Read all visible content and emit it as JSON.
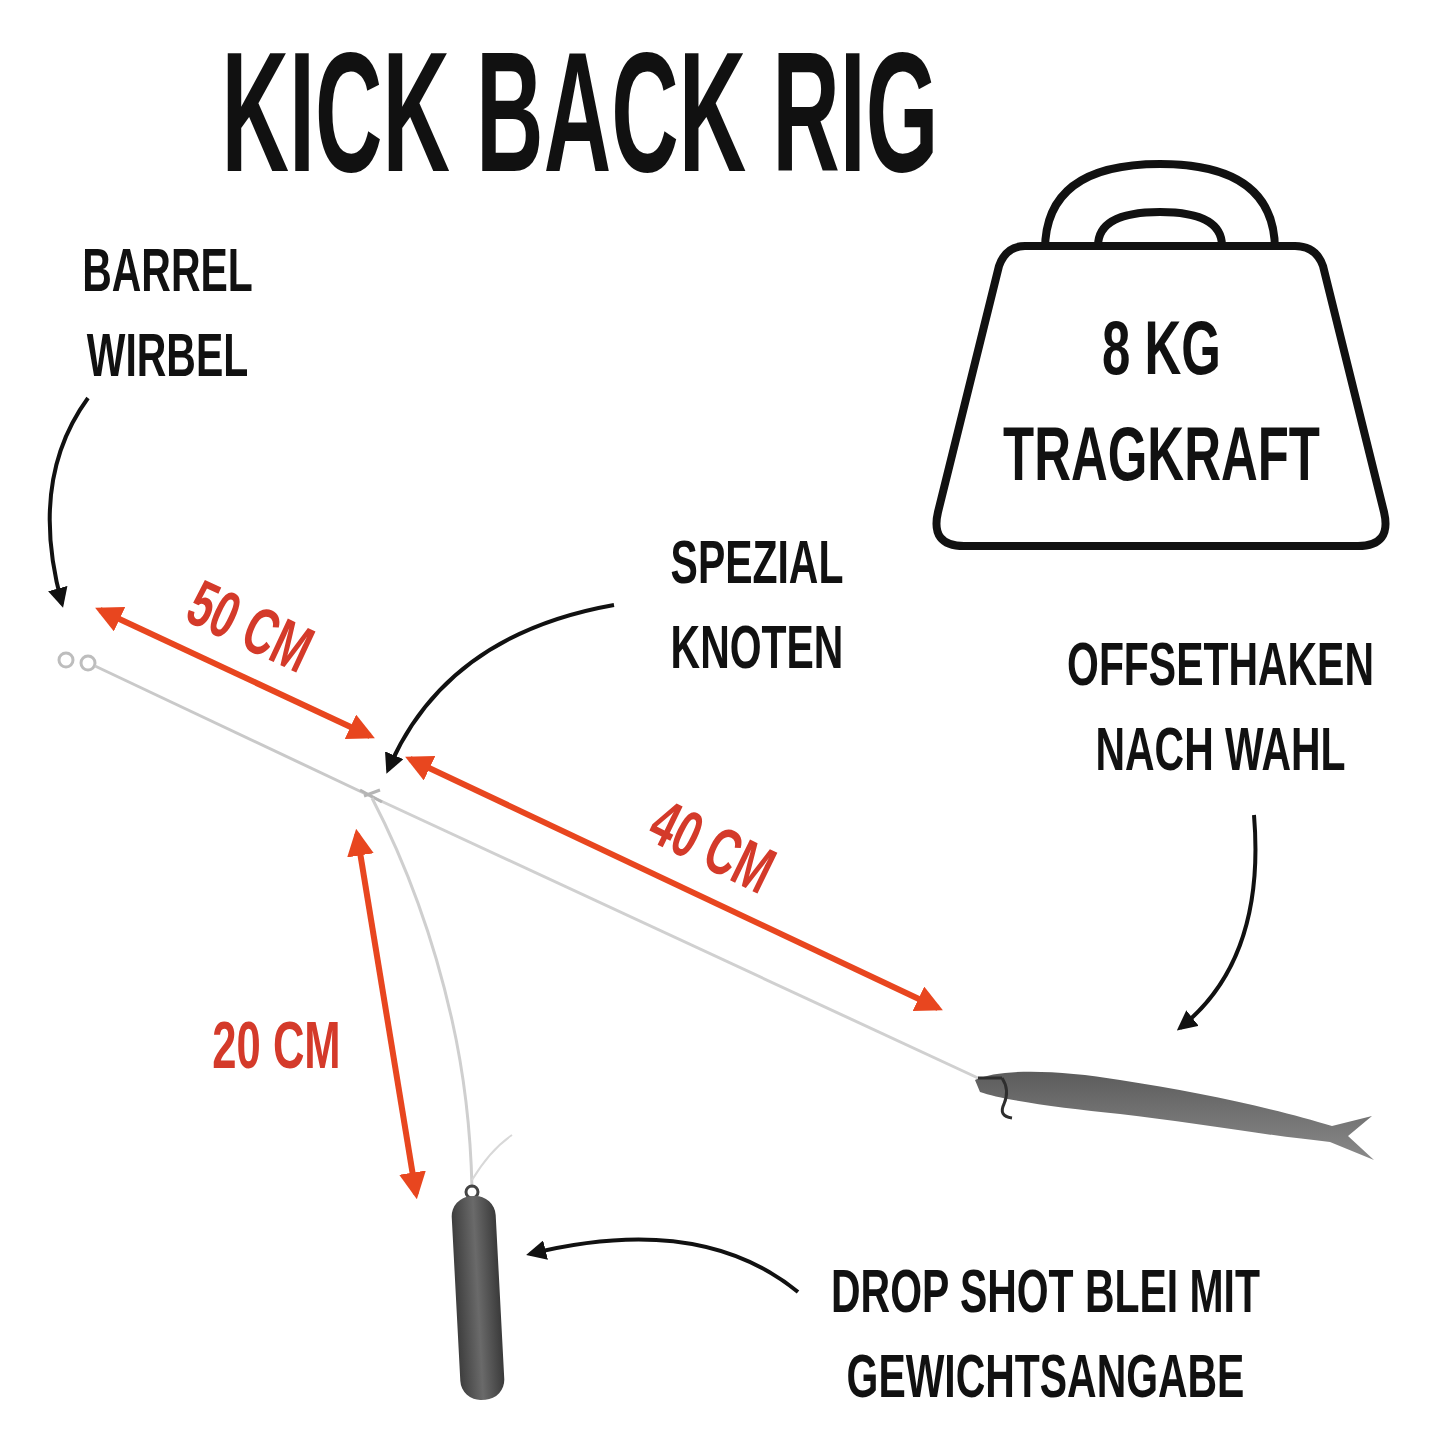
{
  "diagram": {
    "title": "KICK BACK RIG",
    "nodes": [
      {
        "text": [
          "8 KG TRAGKRAFT"
        ]
      }
    ],
    "labels": [
      "BARREL WIRBEL",
      "50 CM",
      "SPEZIAL KNOTEN",
      "OFFSETHAKEN NACH WAHL",
      "40 CM",
      "20 CM",
      "DROP SHOT BLEI MIT GEWICHTSANGABE"
    ]
  }
}
